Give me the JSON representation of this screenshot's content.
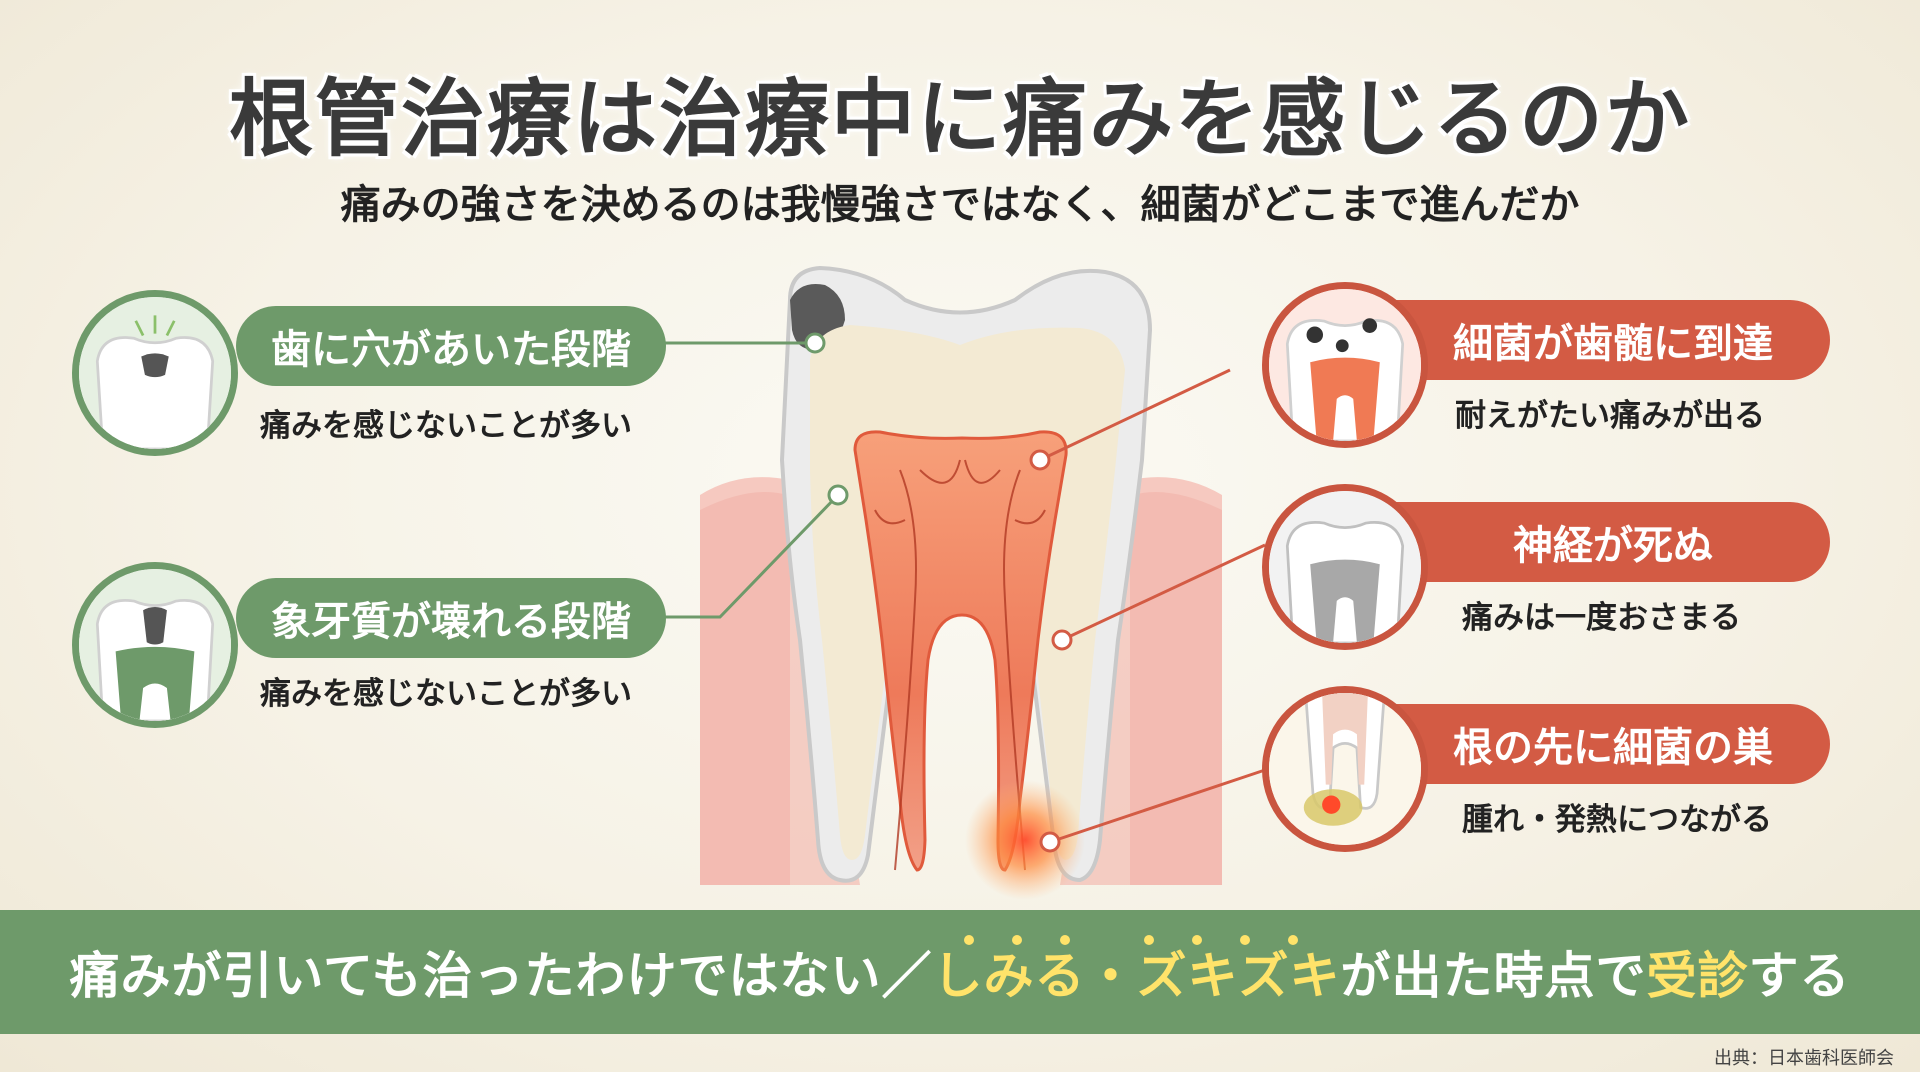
{
  "header": {
    "title": "根管治療は治療中に痛みを感じるのか",
    "subtitle": "痛みの強さを決めるのは我慢強さではなく、細菌がどこまで進んだか"
  },
  "stages": [
    {
      "label": "歯に穴があいた段階",
      "desc": "痛みを感じないことが多い",
      "color": "#6e9a6a"
    },
    {
      "label": "象牙質が壊れる段階",
      "desc": "痛みを感じないことが多い",
      "color": "#6e9a6a"
    },
    {
      "label": "細菌が歯髄に到達",
      "desc": "耐えがたい痛みが出る",
      "color": "#d35b44"
    },
    {
      "label": "神経が死ぬ",
      "desc": "痛みは一度おさまる",
      "color": "#d35b44"
    },
    {
      "label": "根の先に細菌の巣",
      "desc": "腫れ・発熱につながる",
      "color": "#d35b44"
    }
  ],
  "banner": {
    "part1": "痛みが引いても治ったわけではない／",
    "highlight": "しみる・ズキズキ",
    "part2": "が出た時点で",
    "highlight2": "受診",
    "part3": "する"
  },
  "source": "出典：日本歯科医師会",
  "colors": {
    "green": "#6e9a6a",
    "red": "#d35b44",
    "banner_highlight": "#ffe36a"
  }
}
